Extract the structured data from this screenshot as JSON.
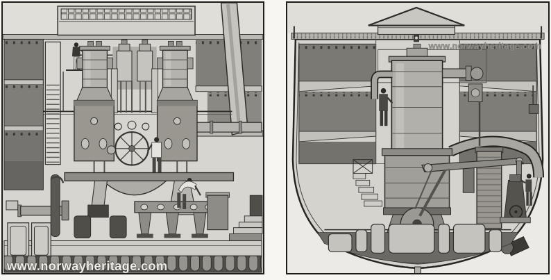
{
  "figure": {
    "type": "engraving-plate",
    "panels": {
      "left": {
        "name": "engine-room-longitudinal-section",
        "subject": "two-cylinder marine steam engine, side elevation",
        "watermark": "www.norwayheritage.com"
      },
      "right": {
        "name": "engine-room-transverse-section",
        "subject": "ship hull cross section with vertical engine, condenser and coal bunkers",
        "watermark": "www.norwayheritage.com"
      }
    },
    "palette": {
      "page_white": "#f7f6f3",
      "paper": "#d7d5d0",
      "paper_light": "#e0ded9",
      "bunker_dark": "#7b7974",
      "metal_mid": "#a6a49e",
      "metal_light": "#c9c7c1",
      "line": "#2f2d2a",
      "watermark_light": "#f0eee9",
      "watermark_gray": "#94928d"
    }
  }
}
